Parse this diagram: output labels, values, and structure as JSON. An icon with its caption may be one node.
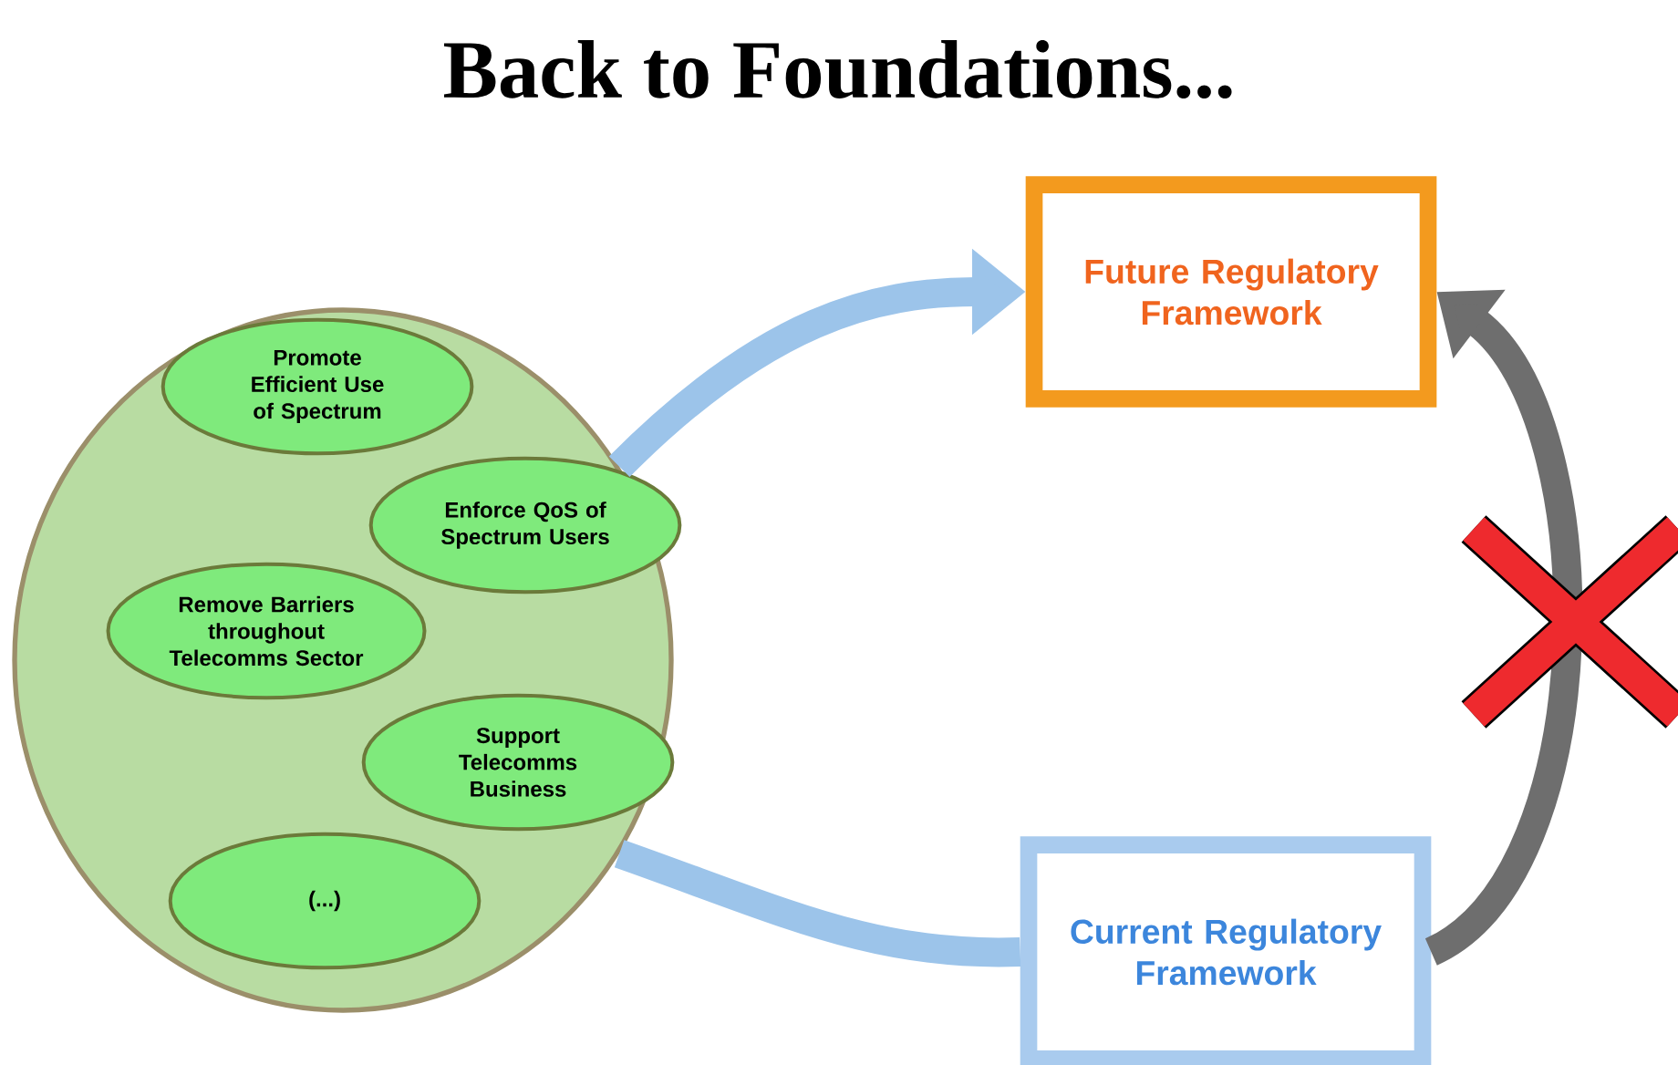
{
  "diagram": {
    "title": "Back to Foundations...",
    "nodes": [
      {
        "text": [],
        "shape": "circle"
      },
      {
        "text": [
          "Promote Efficient Use of Spectrum"
        ],
        "in": 0
      },
      {
        "text": [
          "Enforce QoS of Spectrum Users"
        ],
        "in": 0
      },
      {
        "text": [
          "Remove Barriers throughout Telecomms Sector"
        ],
        "in": 0
      },
      {
        "text": [
          "Support Telecomms Business"
        ],
        "in": 0
      },
      {
        "text": [
          "(...)"
        ],
        "in": 0
      },
      {
        "text": [
          "Future Regulatory Framework"
        ]
      },
      {
        "text": [
          "Current Regulatory Framework"
        ]
      }
    ],
    "edges": [
      {
        "from": 0,
        "to": 6,
        "arrow": "to"
      },
      {
        "from": 0,
        "to": 7,
        "arrow": "none"
      },
      {
        "from": 7,
        "to": 6,
        "arrow": "to",
        "color": "#6e6e6e"
      }
    ]
  }
}
